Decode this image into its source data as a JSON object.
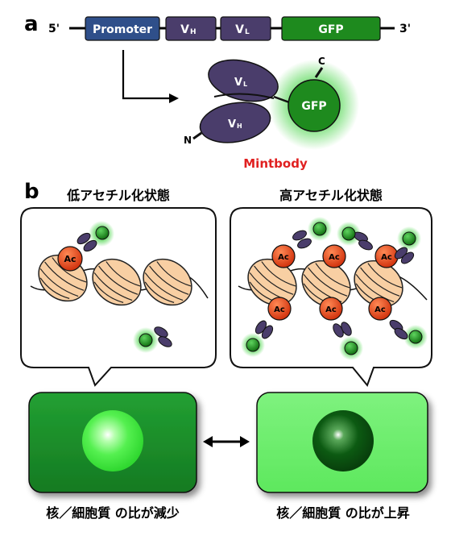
{
  "panel_a": {
    "label": "a",
    "five_prime": "5'",
    "three_prime": "3'",
    "construct": {
      "promoter": "Promoter",
      "vh": "V",
      "vh_sub": "H",
      "vl": "V",
      "vl_sub": "L",
      "gfp": "GFP"
    },
    "protein": {
      "vl": "V",
      "vl_sub": "L",
      "vh": "V",
      "vh_sub": "H",
      "gfp": "GFP",
      "c_term": "C",
      "n_term": "N"
    },
    "name": "Mintbody"
  },
  "panel_b": {
    "label": "b",
    "left": {
      "title": "低アセチル化状態",
      "caption": "核／細胞質 の比が減少"
    },
    "right": {
      "title": "高アセチル化状態",
      "caption": "核／細胞質 の比が上昇"
    },
    "acetyl": "Ac"
  },
  "colors": {
    "promoter": "#2f4f8a",
    "antibody": "#4a3d6b",
    "gfp": "#1e8a1e",
    "mintbody_text": "#e02020",
    "ac": "#e8401a",
    "nucleosome": "#f8cfa3",
    "cell_dark": "#1c8c2c",
    "cell_light": "#6fee6f"
  }
}
